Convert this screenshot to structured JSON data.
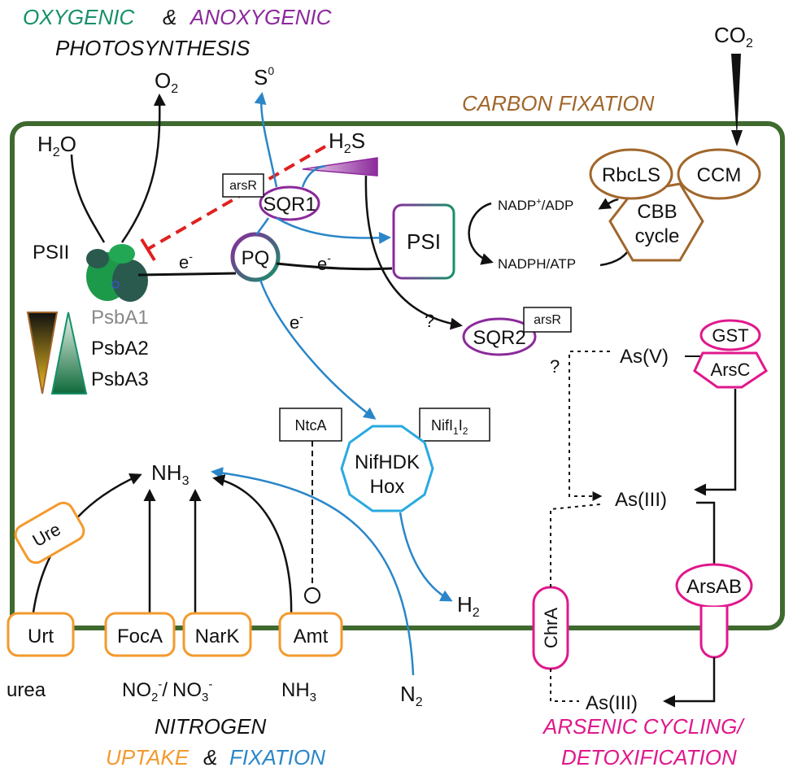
{
  "titles": {
    "photo_oxygenic": "OXYGENIC",
    "photo_amp": "&",
    "photo_anoxygenic": "ANOXYGENIC",
    "photo_line2": "PHOTOSYNTHESIS",
    "carbon": "CARBON FIXATION",
    "nitrogen_line1": "NITROGEN",
    "nitrogen_uptake": "UPTAKE",
    "nitrogen_amp": "&",
    "nitrogen_fixation": "FIXATION",
    "arsenic_line1": "ARSENIC CYCLING/",
    "arsenic_line2": "DETOXIFICATION"
  },
  "molecules": {
    "o2": "O",
    "o2_sub": "2",
    "s0": "S",
    "s0_sup": "0",
    "h2o_h": "H",
    "h2o_sub": "2",
    "h2o_o": "O",
    "h2s_h": "H",
    "h2s_sub": "2",
    "h2s_s": "S",
    "co2": "CO",
    "co2_sub": "2",
    "nadp": "NADP",
    "nadp_sup": "+",
    "nadp_rest": "/ADP",
    "nadph": "NADPH/ATP",
    "nh3": "NH",
    "nh3_sub": "3",
    "h2": "H",
    "h2_sub": "2",
    "as5": "As(V)",
    "as3_in": "As(III)",
    "as3_out": "As(III)",
    "urea": "urea",
    "no2": "NO",
    "no2_sub": "2",
    "no2_sup": "-",
    "slash": "/",
    "no3": "NO",
    "no3_sub": "3",
    "no3_sup": "-",
    "nh3_out": "NH",
    "nh3_out_sub": "3",
    "n2": "N",
    "n2_sub": "2"
  },
  "proteins": {
    "psii": "PSII",
    "psba1": "PsbA1",
    "psba2": "PsbA2",
    "psba3": "PsbA3",
    "pq": "PQ",
    "psi": "PSI",
    "sqr1": "SQR1",
    "sqr2": "SQR2",
    "arsr1": "arsR",
    "arsr2": "arsR",
    "rbcls": "RbcLS",
    "ccm": "CCM",
    "cbb_line1": "CBB",
    "cbb_line2": "cycle",
    "gst": "GST",
    "arsc": "ArsC",
    "arsab": "ArsAB",
    "chra": "ChrA",
    "ntca": "NtcA",
    "nifi": "NifI",
    "nifi_sub1": "1",
    "nifi_i": "I",
    "nifi_sub2": "2",
    "nifhdk": "NifHDK",
    "hox": "Hox",
    "ure": "Ure",
    "urt": "Urt",
    "foca": "FocA",
    "nark": "NarK",
    "amt": "Amt"
  },
  "labels": {
    "e1": "e",
    "e1_sup": "-",
    "e2": "e",
    "e2_sup": "-",
    "e3": "e",
    "e3_sup": "-",
    "q1": "?",
    "q2": "?"
  },
  "colors": {
    "green": "#17906a",
    "purple": "#8b2a9b",
    "brown": "#a0662b",
    "orange": "#f39a2e",
    "blue": "#2a86c8",
    "pink": "#e0188c",
    "cell": "#3f6a2f",
    "red": "#e02020",
    "cyan": "#2aaae0"
  }
}
